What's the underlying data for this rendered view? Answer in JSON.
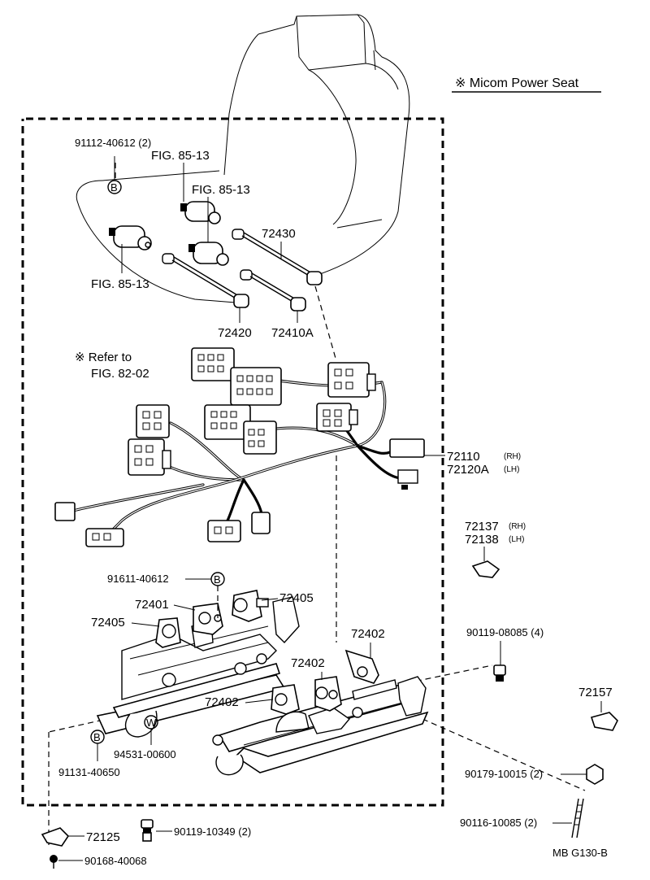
{
  "header": {
    "note": "※ Micom Power Seat"
  },
  "labels": {
    "bolt_b_top": "91112-40612 (2)",
    "fig_a": "FIG. 85-13",
    "fig_b": "FIG. 85-13",
    "fig_c": "FIG. 85-13",
    "p72430": "72430",
    "p72420": "72420",
    "p72410a": "72410A",
    "refer_line1": "※ Refer to",
    "refer_line2": "FIG. 82-02",
    "p72110": "72110",
    "p72110_side": "(RH)",
    "p72120a": "72120A",
    "p72120a_side": "(LH)",
    "p72137": "72137",
    "p72137_side": "(RH)",
    "p72138": "72138",
    "p72138_side": "(LH)",
    "bolt_91611": "91611-40612",
    "p72401": "72401",
    "p72405_top": "72405",
    "p72405_left": "72405",
    "p72402_right": "72402",
    "p72402_mid": "72402",
    "p72402_left": "72402",
    "bolt_90119_08085": "90119-08085 (4)",
    "p72157": "72157",
    "washer_94531": "94531-00600",
    "bolt_91131": "91131-40650",
    "nut_90179": "90179-10015 (2)",
    "bolt_90116": "90116-10085 (2)",
    "p72125": "72125",
    "bolt_90119_10349": "90119-10349 (2)",
    "screw_90168": "90168-40068",
    "code": "MB  G130-B",
    "mark_b": "B",
    "mark_w": "W"
  }
}
